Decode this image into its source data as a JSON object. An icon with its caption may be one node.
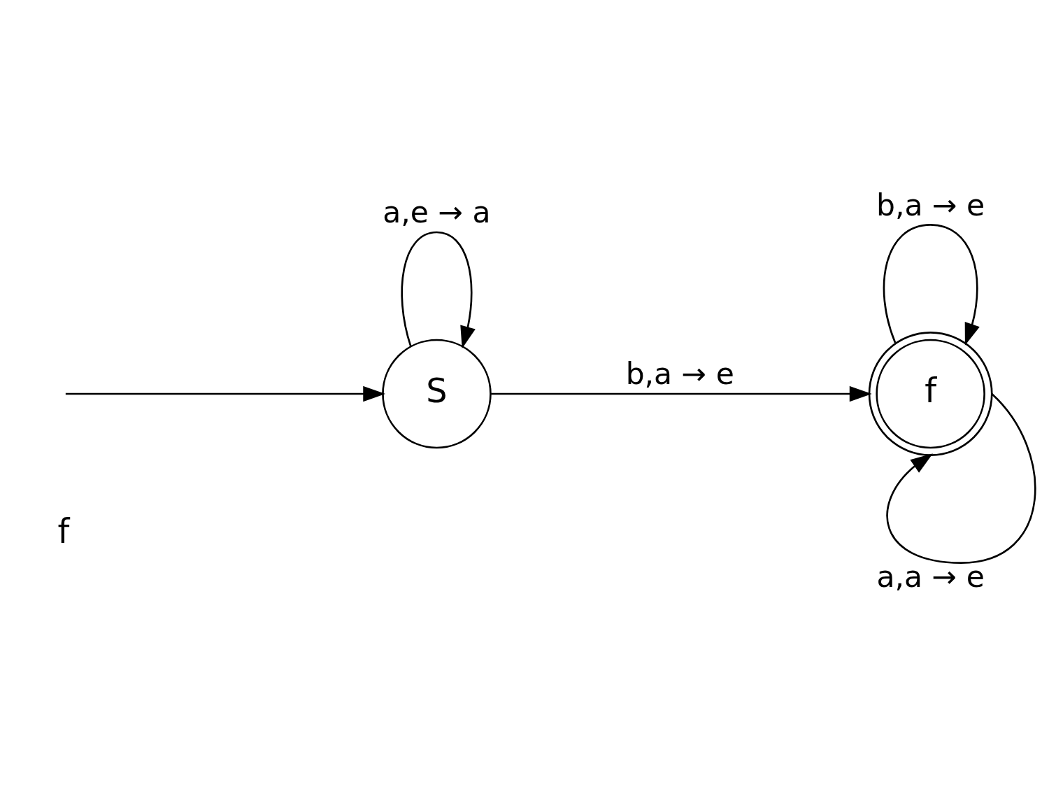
{
  "diagram": {
    "nodes": [
      {
        "text": [
          "S"
        ]
      },
      {
        "text": [
          "f"
        ]
      }
    ],
    "edges": [
      {
        "from": null,
        "to": 0,
        "arrow": "to"
      },
      {
        "from": 0,
        "to": 0,
        "label": "a,e → a",
        "arrow": "to"
      },
      {
        "from": 0,
        "to": 1,
        "label": "b,a → e",
        "arrow": "to"
      },
      {
        "from": 1,
        "to": 1,
        "label": "b,a → e",
        "arrow": "to"
      },
      {
        "from": 1,
        "to": 1,
        "label": "a,a → e",
        "arrow": "to"
      }
    ],
    "labels": [
      "f"
    ]
  }
}
